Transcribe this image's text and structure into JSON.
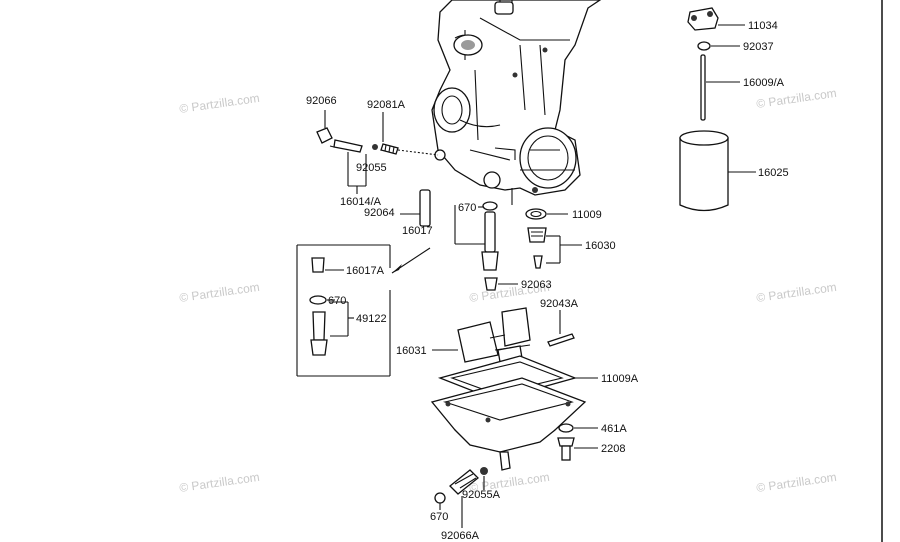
{
  "watermark": "© Partzilla.com",
  "labels": {
    "p11034": "11034",
    "p92037": "92037",
    "p16009A": "16009/A",
    "p16025": "16025",
    "p92066": "92066",
    "p92081A": "92081A",
    "p92055": "92055",
    "p16014A": "16014/A",
    "p92064": "92064",
    "p670a": "670",
    "p11009": "11009",
    "p16017": "16017",
    "p16030": "16030",
    "p16017A": "16017A",
    "p670b": "670",
    "p49122": "49122",
    "p92063": "92063",
    "p92043A": "92043A",
    "p16031": "16031",
    "p11009A": "11009A",
    "p461A": "461A",
    "p2208": "2208",
    "p92055A": "92055A",
    "p670c": "670",
    "p92066A": "92066A"
  }
}
